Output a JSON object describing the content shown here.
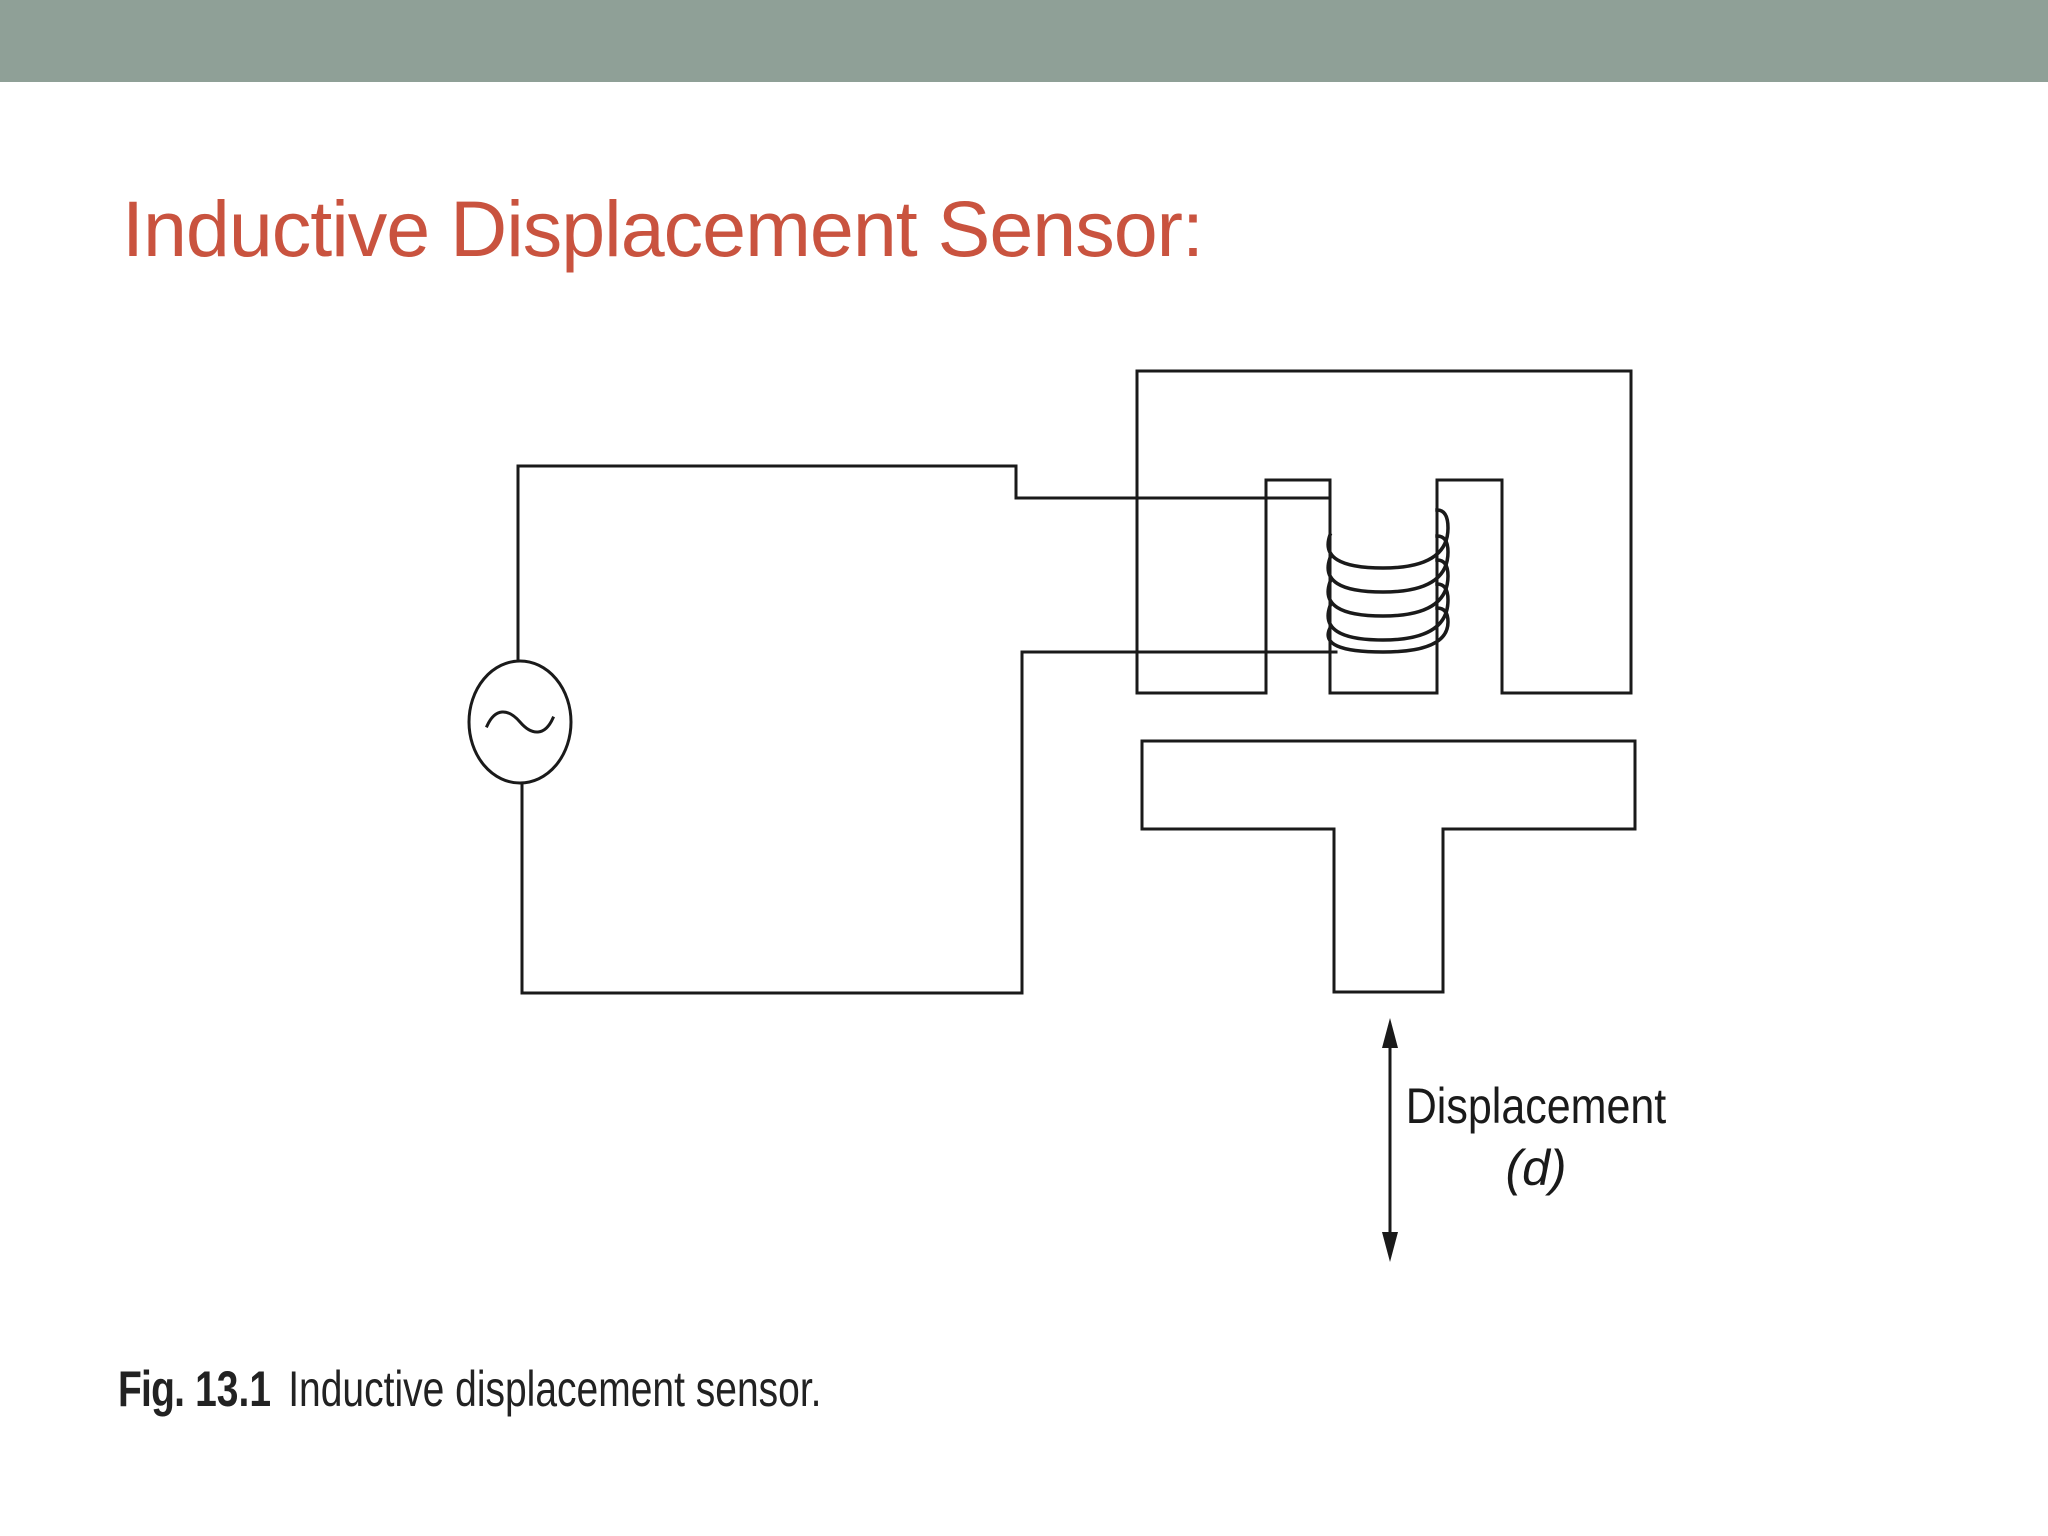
{
  "header": {
    "band_color": "#8fa097"
  },
  "slide": {
    "title": "Inductive Displacement Sensor:",
    "title_color": "#c9533f"
  },
  "figure": {
    "source_symbol": "~",
    "displacement_label": "Displacement",
    "displacement_variable": "(d)",
    "caption": {
      "label": "Fig.",
      "number": "13.1",
      "text": "Inductive displacement sensor."
    }
  }
}
